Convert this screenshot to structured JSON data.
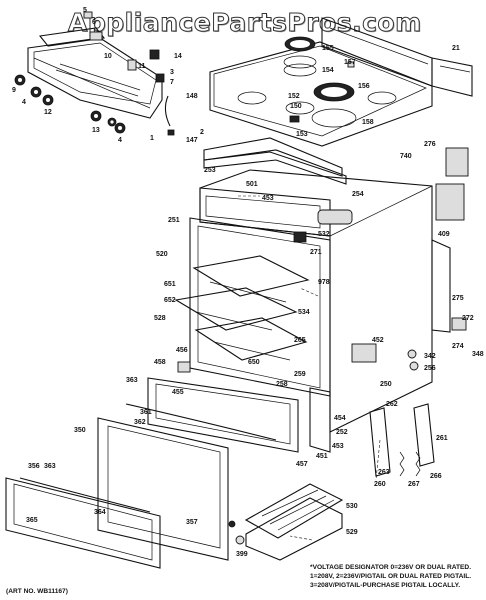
{
  "watermark": "AppliancePartsPros.com",
  "notes": {
    "line1": "*VOLTAGE DESIGNATOR 0=236V OR DUAL RATED.",
    "line2": "1=208V, 2=236V/PIGTAIL OR DUAL RATED PIGTAIL.",
    "line3": "3=208V/PIGTAIL-PURCHASE PIGTAIL LOCALLY."
  },
  "art_number": "(ART NO. WB11167)",
  "part_labels": [
    {
      "name": "callout-5",
      "text": "5"
    },
    {
      "name": "callout-6",
      "text": "6"
    },
    {
      "name": "callout-10",
      "text": "10"
    },
    {
      "name": "callout-14",
      "text": "14"
    },
    {
      "name": "callout-11",
      "text": "11"
    },
    {
      "name": "callout-3",
      "text": "3"
    },
    {
      "name": "callout-7",
      "text": "7"
    },
    {
      "name": "callout-9",
      "text": "9"
    },
    {
      "name": "callout-4a",
      "text": "4"
    },
    {
      "name": "callout-12",
      "text": "12"
    },
    {
      "name": "callout-13",
      "text": "13"
    },
    {
      "name": "callout-4b",
      "text": "4"
    },
    {
      "name": "callout-1",
      "text": "1"
    },
    {
      "name": "callout-2",
      "text": "2"
    },
    {
      "name": "callout-148",
      "text": "148"
    },
    {
      "name": "callout-147",
      "text": "147"
    },
    {
      "name": "callout-155",
      "text": "155"
    },
    {
      "name": "callout-154",
      "text": "154"
    },
    {
      "name": "callout-157",
      "text": "157"
    },
    {
      "name": "callout-156",
      "text": "156"
    },
    {
      "name": "callout-152",
      "text": "152"
    },
    {
      "name": "callout-150",
      "text": "150"
    },
    {
      "name": "callout-153",
      "text": "153"
    },
    {
      "name": "callout-158",
      "text": "158"
    },
    {
      "name": "callout-21",
      "text": "21"
    },
    {
      "name": "callout-253",
      "text": "253"
    },
    {
      "name": "callout-501",
      "text": "501"
    },
    {
      "name": "callout-453",
      "text": "453"
    },
    {
      "name": "callout-254",
      "text": "254"
    },
    {
      "name": "callout-740",
      "text": "740"
    },
    {
      "name": "callout-276",
      "text": "276"
    },
    {
      "name": "callout-409",
      "text": "409"
    },
    {
      "name": "callout-251",
      "text": "251"
    },
    {
      "name": "callout-532",
      "text": "532"
    },
    {
      "name": "callout-271",
      "text": "271"
    },
    {
      "name": "callout-520",
      "text": "520"
    },
    {
      "name": "callout-651",
      "text": "651"
    },
    {
      "name": "callout-978",
      "text": "978"
    },
    {
      "name": "callout-652",
      "text": "652"
    },
    {
      "name": "callout-534",
      "text": "534"
    },
    {
      "name": "callout-528",
      "text": "528"
    },
    {
      "name": "callout-275",
      "text": "275"
    },
    {
      "name": "callout-272",
      "text": "272"
    },
    {
      "name": "callout-265",
      "text": "265"
    },
    {
      "name": "callout-274",
      "text": "274"
    },
    {
      "name": "callout-348",
      "text": "348"
    },
    {
      "name": "callout-456",
      "text": "456"
    },
    {
      "name": "callout-452",
      "text": "452"
    },
    {
      "name": "callout-458",
      "text": "458"
    },
    {
      "name": "callout-650",
      "text": "650"
    },
    {
      "name": "callout-342",
      "text": "342"
    },
    {
      "name": "callout-256",
      "text": "256"
    },
    {
      "name": "callout-259",
      "text": "259"
    },
    {
      "name": "callout-363a",
      "text": "363"
    },
    {
      "name": "callout-455",
      "text": "455"
    },
    {
      "name": "callout-258",
      "text": "258"
    },
    {
      "name": "callout-250",
      "text": "250"
    },
    {
      "name": "callout-262",
      "text": "262"
    },
    {
      "name": "callout-361",
      "text": "361"
    },
    {
      "name": "callout-362",
      "text": "362"
    },
    {
      "name": "callout-454",
      "text": "454"
    },
    {
      "name": "callout-350",
      "text": "350"
    },
    {
      "name": "callout-252",
      "text": "252"
    },
    {
      "name": "callout-261",
      "text": "261"
    },
    {
      "name": "callout-453b",
      "text": "453"
    },
    {
      "name": "callout-451",
      "text": "451"
    },
    {
      "name": "callout-263",
      "text": "263"
    },
    {
      "name": "callout-457",
      "text": "457"
    },
    {
      "name": "callout-260",
      "text": "260"
    },
    {
      "name": "callout-267",
      "text": "267"
    },
    {
      "name": "callout-266",
      "text": "266"
    },
    {
      "name": "callout-356",
      "text": "356"
    },
    {
      "name": "callout-363b",
      "text": "363"
    },
    {
      "name": "callout-530",
      "text": "530"
    },
    {
      "name": "callout-364",
      "text": "364"
    },
    {
      "name": "callout-365",
      "text": "365"
    },
    {
      "name": "callout-357",
      "text": "357"
    },
    {
      "name": "callout-529",
      "text": "529"
    },
    {
      "name": "callout-399",
      "text": "399"
    }
  ]
}
